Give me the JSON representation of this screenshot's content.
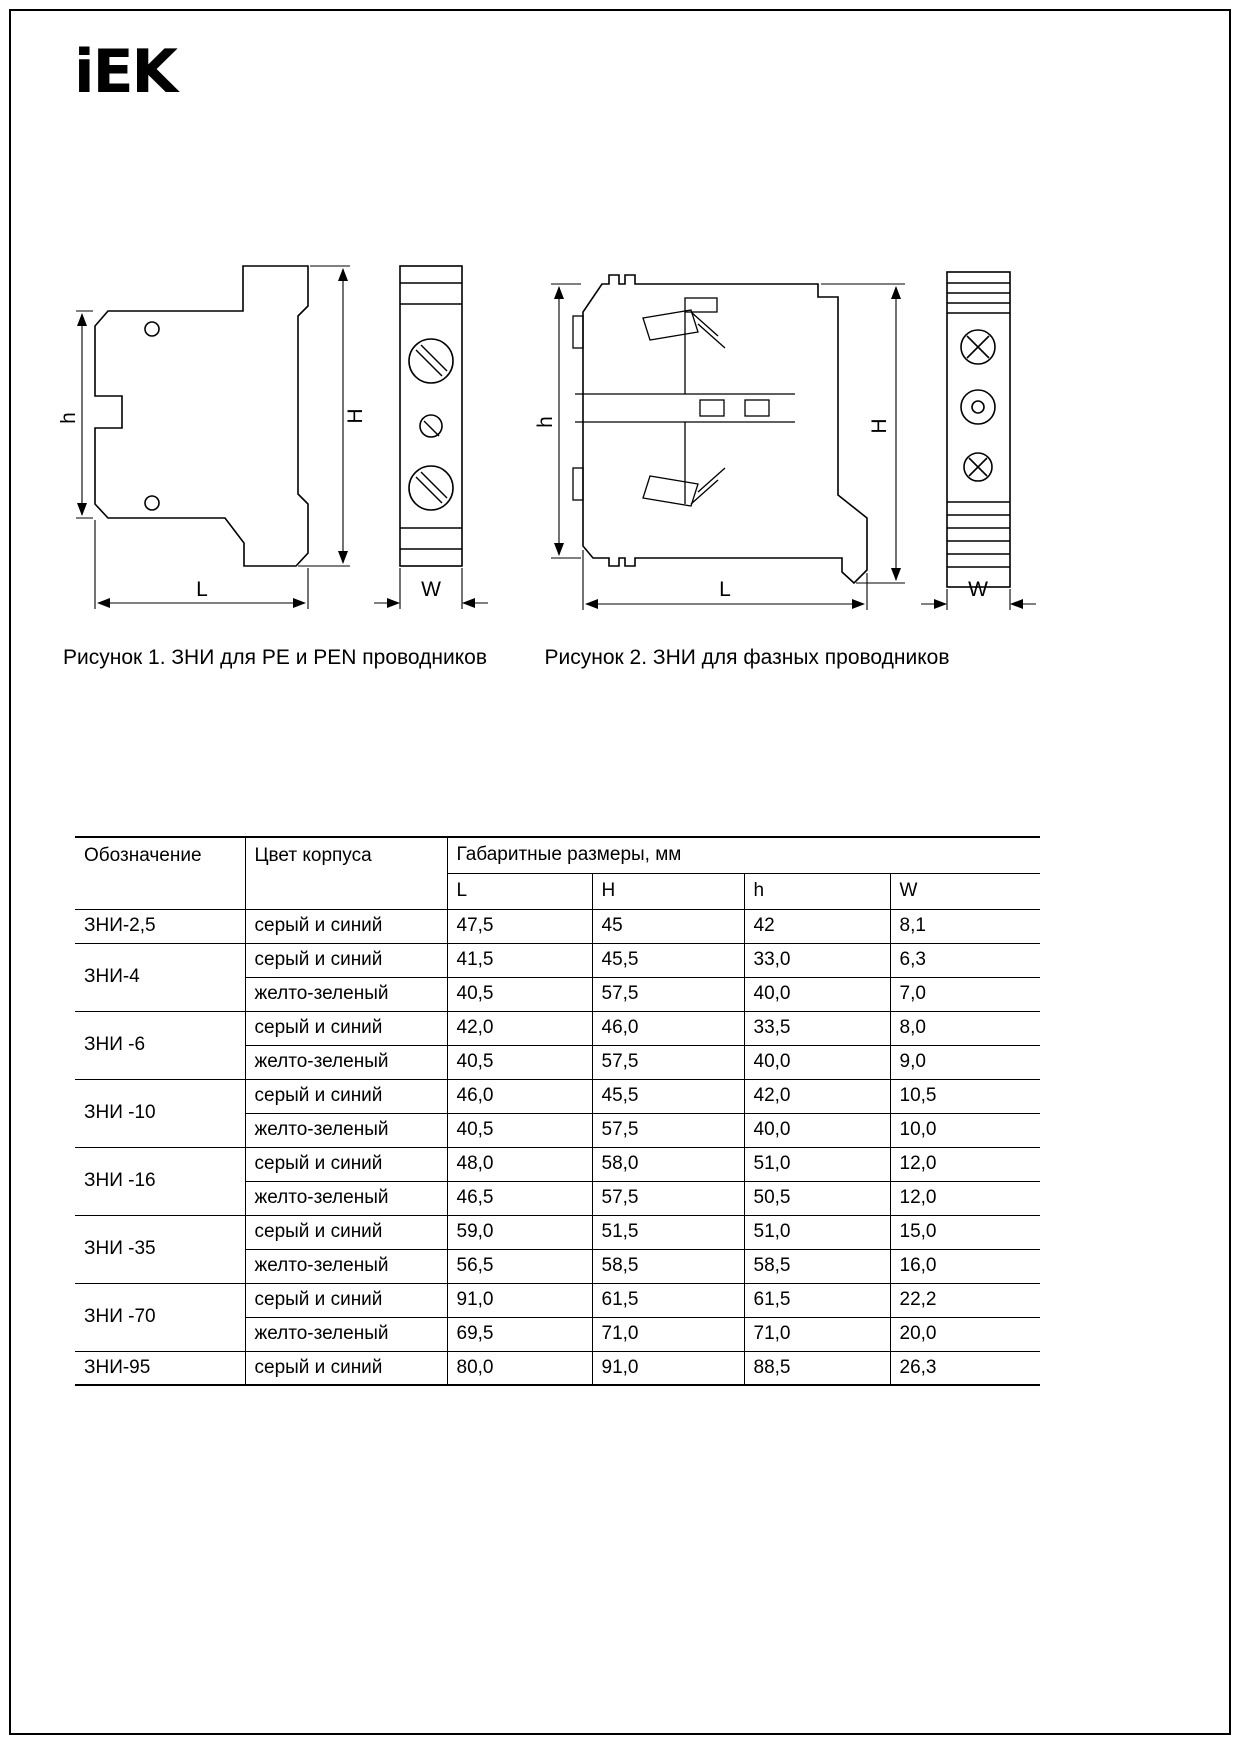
{
  "page": {
    "brand": "iEK"
  },
  "figures": [
    {
      "caption": "Рисунок 1. ЗНИ для PE и PEN проводников",
      "labels": {
        "h": "h",
        "H": "H",
        "L": "L",
        "W": "W"
      }
    },
    {
      "caption": "Рисунок 2. ЗНИ для фазных проводников",
      "labels": {
        "h": "h",
        "H": "H",
        "L": "L",
        "W": "W"
      }
    }
  ],
  "table": {
    "headers": {
      "designation": "Обозначение",
      "body_color": "Цвет корпуса",
      "dimensions_group": "Габаритные размеры, мм",
      "dimension_columns": [
        "L",
        "H",
        "h",
        "W"
      ]
    },
    "groups": [
      {
        "designation": "ЗНИ-2,5",
        "variants": [
          {
            "color": "серый и синий",
            "values": [
              "47,5",
              "45",
              "42",
              "8,1"
            ]
          }
        ]
      },
      {
        "designation": "ЗНИ-4",
        "variants": [
          {
            "color": "серый и синий",
            "values": [
              "41,5",
              "45,5",
              "33,0",
              "6,3"
            ]
          },
          {
            "color": "желто-зеленый",
            "values": [
              "40,5",
              "57,5",
              "40,0",
              "7,0"
            ]
          }
        ]
      },
      {
        "designation": "ЗНИ -6",
        "variants": [
          {
            "color": "серый и синий",
            "values": [
              "42,0",
              "46,0",
              "33,5",
              "8,0"
            ]
          },
          {
            "color": "желто-зеленый",
            "values": [
              "40,5",
              "57,5",
              "40,0",
              "9,0"
            ]
          }
        ]
      },
      {
        "designation": "ЗНИ -10",
        "variants": [
          {
            "color": "серый и синий",
            "values": [
              "46,0",
              "45,5",
              "42,0",
              "10,5"
            ]
          },
          {
            "color": "желто-зеленый",
            "values": [
              "40,5",
              "57,5",
              "40,0",
              "10,0"
            ]
          }
        ]
      },
      {
        "designation": "ЗНИ -16",
        "variants": [
          {
            "color": "серый и синий",
            "values": [
              "48,0",
              "58,0",
              "51,0",
              "12,0"
            ]
          },
          {
            "color": "желто-зеленый",
            "values": [
              "46,5",
              "57,5",
              "50,5",
              "12,0"
            ]
          }
        ]
      },
      {
        "designation": "ЗНИ -35",
        "variants": [
          {
            "color": "серый и синий",
            "values": [
              "59,0",
              "51,5",
              "51,0",
              "15,0"
            ]
          },
          {
            "color": "желто-зеленый",
            "values": [
              "56,5",
              "58,5",
              "58,5",
              "16,0"
            ]
          }
        ]
      },
      {
        "designation": "ЗНИ -70",
        "variants": [
          {
            "color": "серый и синий",
            "values": [
              "91,0",
              "61,5",
              "61,5",
              "22,2"
            ]
          },
          {
            "color": "желто-зеленый",
            "values": [
              "69,5",
              "71,0",
              "71,0",
              "20,0"
            ]
          }
        ]
      },
      {
        "designation": "ЗНИ-95",
        "variants": [
          {
            "color": "серый и синий",
            "values": [
              "80,0",
              "91,0",
              "88,5",
              "26,3"
            ]
          }
        ]
      }
    ]
  }
}
